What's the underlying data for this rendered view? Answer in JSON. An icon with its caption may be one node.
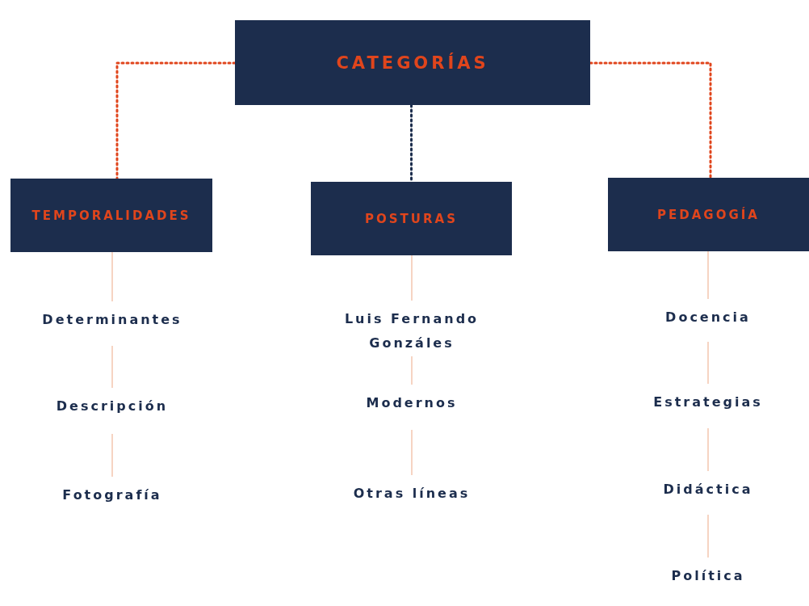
{
  "diagram": {
    "nodes": [
      {
        "text": [
          "CATEGORÍAS"
        ]
      },
      {
        "text": [
          "TEMPORALIDADES"
        ]
      },
      {
        "text": [
          "POSTURAS"
        ]
      },
      {
        "text": [
          "PEDAGOGÍA"
        ]
      },
      {
        "text": [
          "Determinantes"
        ]
      },
      {
        "text": [
          "Descripción"
        ]
      },
      {
        "text": [
          "Fotografía"
        ]
      },
      {
        "text": [
          "Luis Fernando Gonzáles"
        ]
      },
      {
        "text": [
          "Modernos"
        ]
      },
      {
        "text": [
          "Otras líneas"
        ]
      },
      {
        "text": [
          "Docencia"
        ]
      },
      {
        "text": [
          "Estrategias"
        ]
      },
      {
        "text": [
          "Didáctica"
        ]
      },
      {
        "text": [
          "Política"
        ]
      }
    ],
    "edges": [
      {
        "from": 0,
        "to": 1,
        "arrow": "none",
        "style": "dashed",
        "color": "#e0451c"
      },
      {
        "from": 0,
        "to": 2,
        "arrow": "none",
        "style": "dashed",
        "color": "#1c2d4d"
      },
      {
        "from": 0,
        "to": 3,
        "arrow": "none",
        "style": "dashed",
        "color": "#e0451c"
      },
      {
        "from": 1,
        "to": 4,
        "arrow": "none"
      },
      {
        "from": 4,
        "to": 5,
        "arrow": "none"
      },
      {
        "from": 5,
        "to": 6,
        "arrow": "none"
      },
      {
        "from": 2,
        "to": 7,
        "arrow": "none"
      },
      {
        "from": 7,
        "to": 8,
        "arrow": "none"
      },
      {
        "from": 8,
        "to": 9,
        "arrow": "none"
      },
      {
        "from": 3,
        "to": 10,
        "arrow": "none"
      },
      {
        "from": 10,
        "to": 11,
        "arrow": "none"
      },
      {
        "from": 11,
        "to": 12,
        "arrow": "none"
      },
      {
        "from": 12,
        "to": 13,
        "arrow": "none"
      }
    ]
  }
}
